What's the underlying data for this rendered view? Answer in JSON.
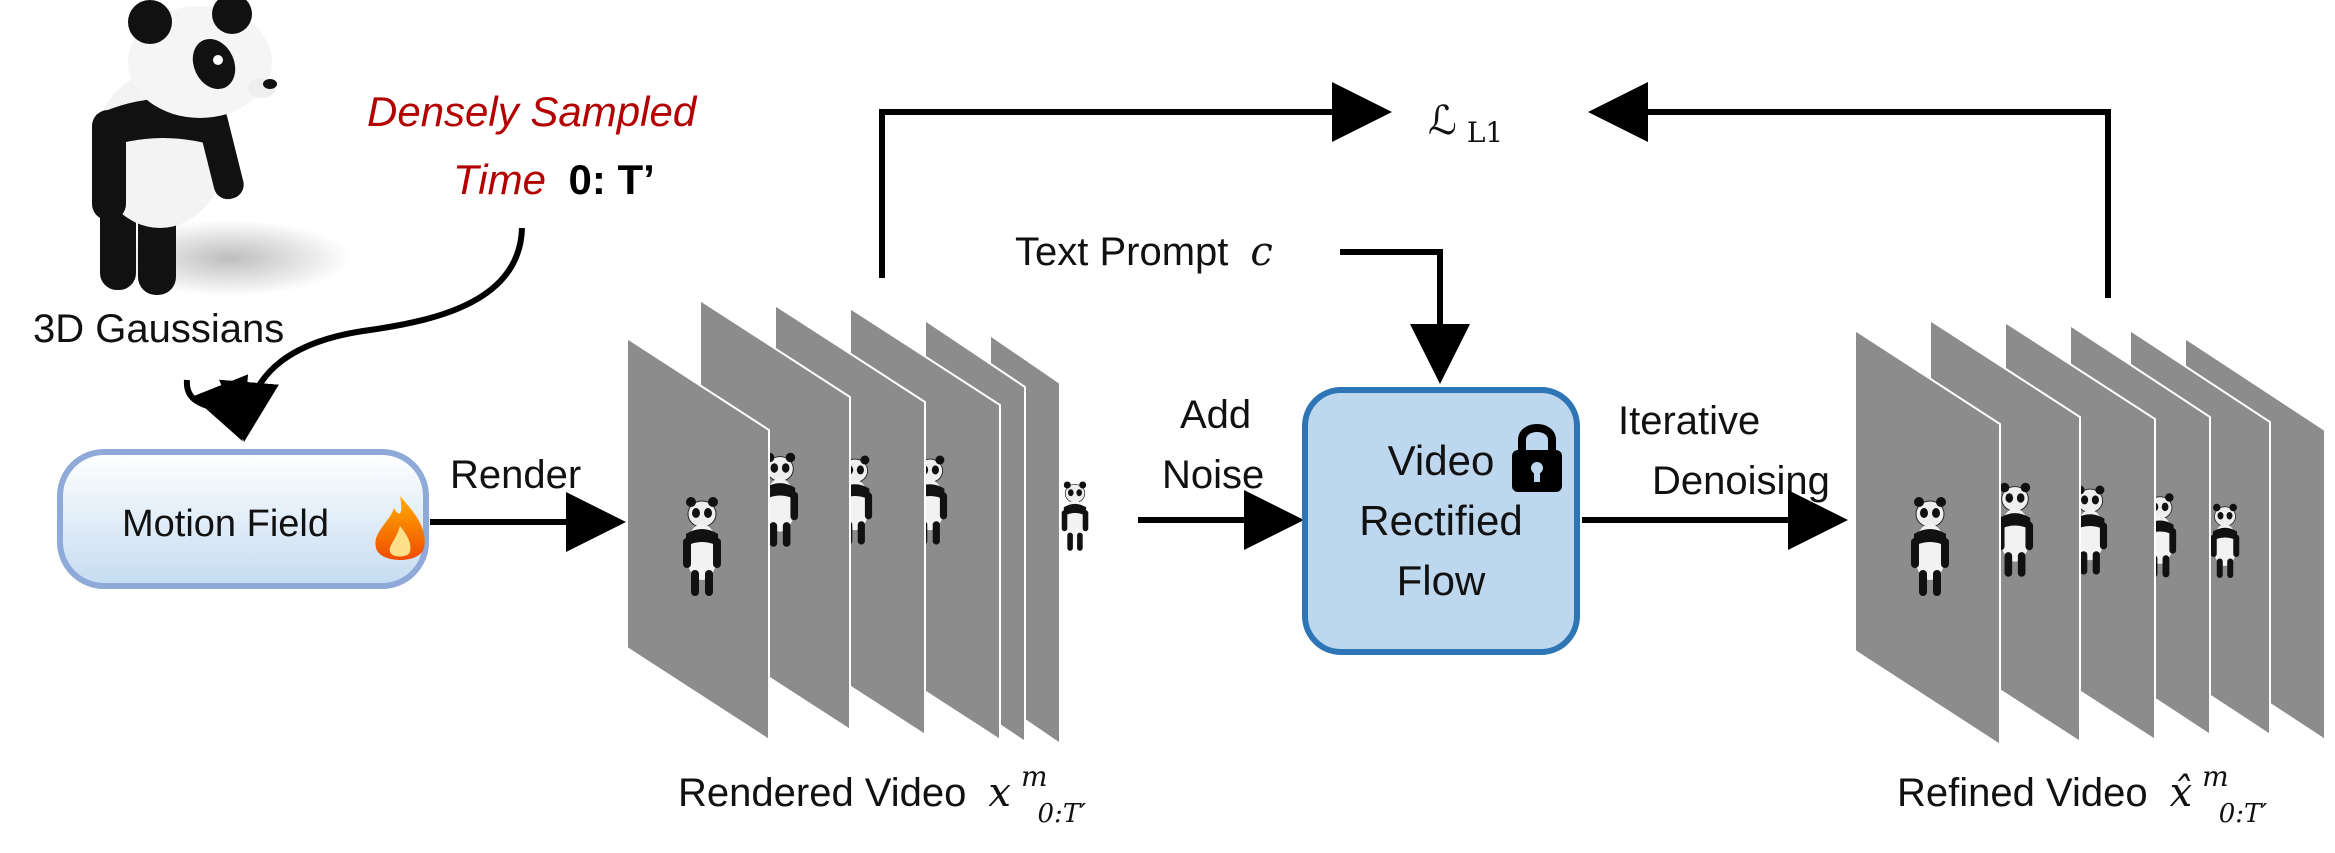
{
  "gaussians_label": "3D Gaussians",
  "time_label": {
    "densely": "Densely Sampled",
    "time": "Time",
    "range": "0: T’"
  },
  "motion_field_label": "Motion Field",
  "render_label": "Render",
  "rendered_video": {
    "text": "Rendered Video",
    "symbol": "x",
    "sup": "m",
    "sub": "0:T′"
  },
  "add_noise_label": [
    "Add",
    "Noise"
  ],
  "text_prompt": {
    "text": "Text Prompt",
    "symbol": "c"
  },
  "rectified_flow_label": [
    "Video",
    "Rectified",
    "Flow"
  ],
  "iterative_denoising_label": [
    "Iterative",
    "Denoising"
  ],
  "refined_video": {
    "text": "Refined Video",
    "symbol": "x̂",
    "sup": "m",
    "sub": "0:T′"
  },
  "loss_label": {
    "symbol": "ℒ",
    "sub": "L1"
  },
  "icons": [
    "panda-figure",
    "fire-icon",
    "lock-icon",
    "video-frame-stack"
  ],
  "colors": {
    "motion_box_border": "#8fa9d9",
    "motion_box_fill_top": "#ffffff",
    "motion_box_fill_bottom": "#c5dcf1",
    "flow_box_border": "#2e75b6",
    "flow_box_fill": "#bdd7ee",
    "frame_fill": "#8c8c8c",
    "time_text": "#b30000"
  }
}
